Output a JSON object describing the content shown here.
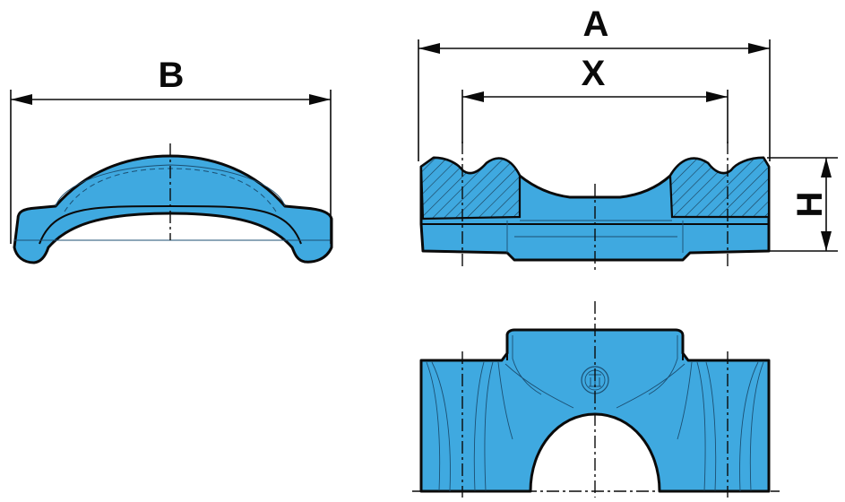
{
  "dimensions": {
    "A": "A",
    "B": "B",
    "X": "X",
    "H": "H"
  },
  "colors": {
    "part_fill": "#3fa9e0",
    "outline": "#0a0a0a",
    "background": "#ffffff"
  }
}
